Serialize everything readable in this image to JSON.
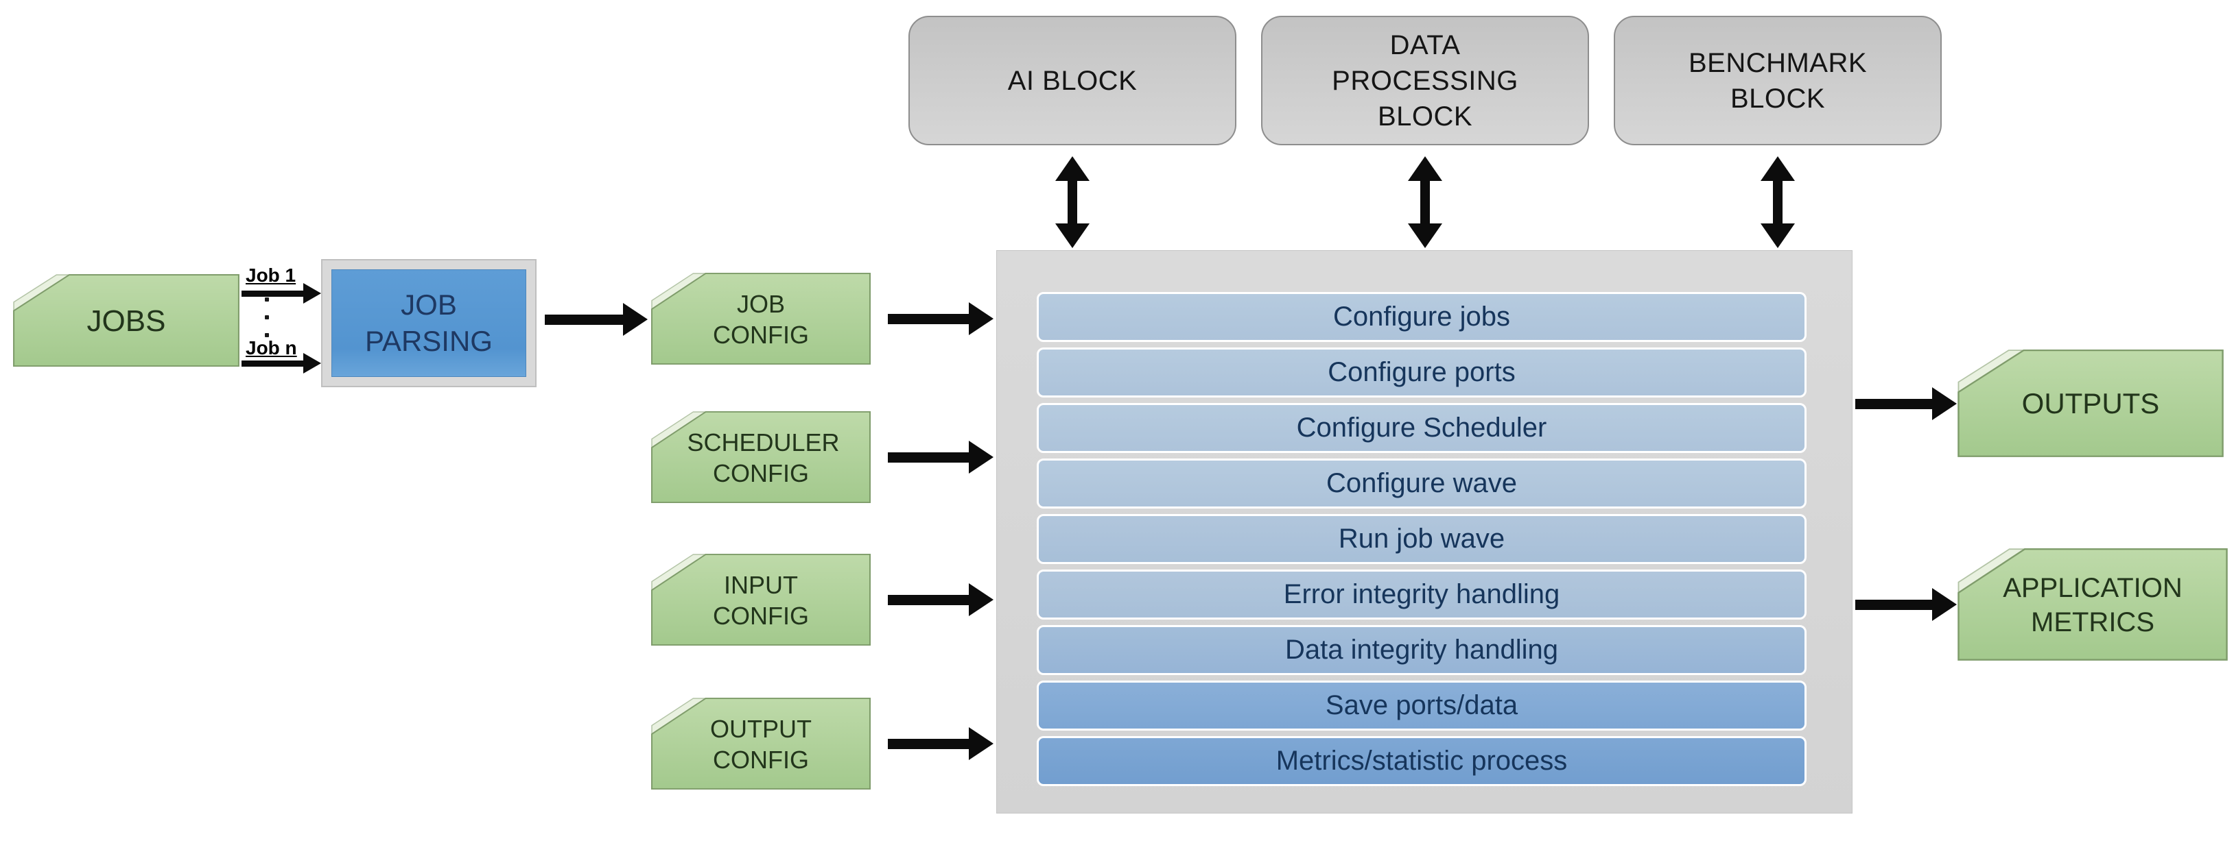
{
  "diagram": {
    "source": {
      "label": "JOBS"
    },
    "job_edge": {
      "top_label": "Job 1",
      "bottom_label": "Job n"
    },
    "parser": {
      "label": "JOB PARSING"
    },
    "configs": [
      {
        "label": "JOB CONFIG"
      },
      {
        "label": "SCHEDULER CONFIG"
      },
      {
        "label": "INPUT CONFIG"
      },
      {
        "label": "OUTPUT CONFIG"
      }
    ],
    "top_blocks": [
      {
        "label": "AI BLOCK"
      },
      {
        "label": "DATA PROCESSING BLOCK"
      },
      {
        "label": "BENCHMARK BLOCK"
      }
    ],
    "engine_steps": [
      "Configure jobs",
      "Configure ports",
      "Configure Scheduler",
      "Configure wave",
      "Run job wave",
      "Error integrity handling",
      "Data integrity handling",
      "Save ports/data",
      "Metrics/statistic process"
    ],
    "outputs": [
      {
        "label": "OUTPUTS"
      },
      {
        "label": "APPLICATION METRICS"
      }
    ],
    "colors": {
      "green_fill": "#aecf9a",
      "green_border": "#7f9c6b",
      "green_text": "#22351b",
      "gray_block_fill": "#cbcbcb",
      "gray_block_border": "#8e8e8e",
      "engine_fill": "#d5d5d5",
      "step_light": "#b2c7dc",
      "step_mid": "#9cb9d8",
      "step_dark": "#7aa3d2",
      "step_text": "#16355b",
      "parser_fill": "#5b9bd5",
      "parser_frame": "#d9d9d9",
      "arrow": "#0c0c0c"
    }
  }
}
